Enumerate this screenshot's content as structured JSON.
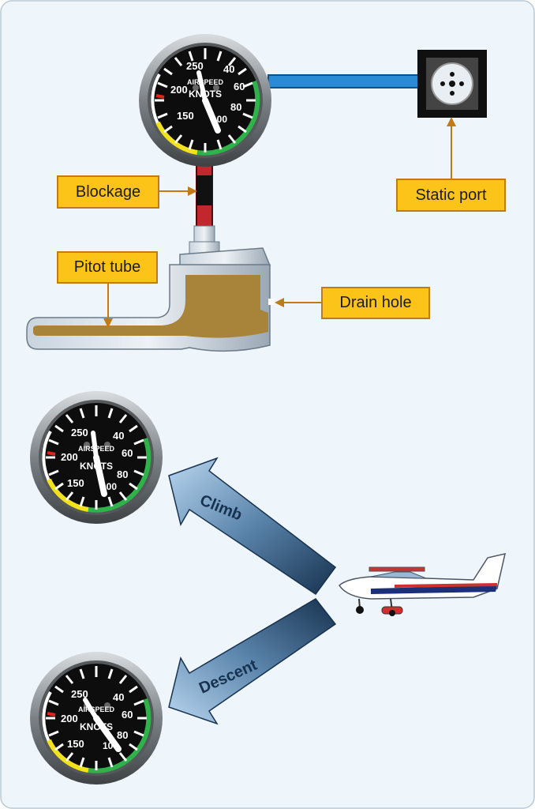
{
  "labels": {
    "blockage": "Blockage",
    "static_port": "Static port",
    "pitot_tube": "Pitot tube",
    "drain_hole": "Drain hole",
    "climb": "Climb",
    "descent": "Descent"
  },
  "gauge": {
    "ticks": [
      "250",
      "40",
      "60",
      "80",
      "100",
      "150",
      "200"
    ],
    "title_line1": "AIRSPEED",
    "title_line2": "KNOTS"
  },
  "colors": {
    "background": "#eef5fb",
    "label_fill": "#fcc419",
    "label_border": "#c07a18",
    "static_line": "#2a8ad4",
    "pitot_line": "#c1272d",
    "arrow_fill": "#9dc3e6",
    "arrow_dark": "#17324f",
    "arc_green": "#2fb24a",
    "arc_yellow": "#f2e21b",
    "arc_red": "#e0241b"
  }
}
